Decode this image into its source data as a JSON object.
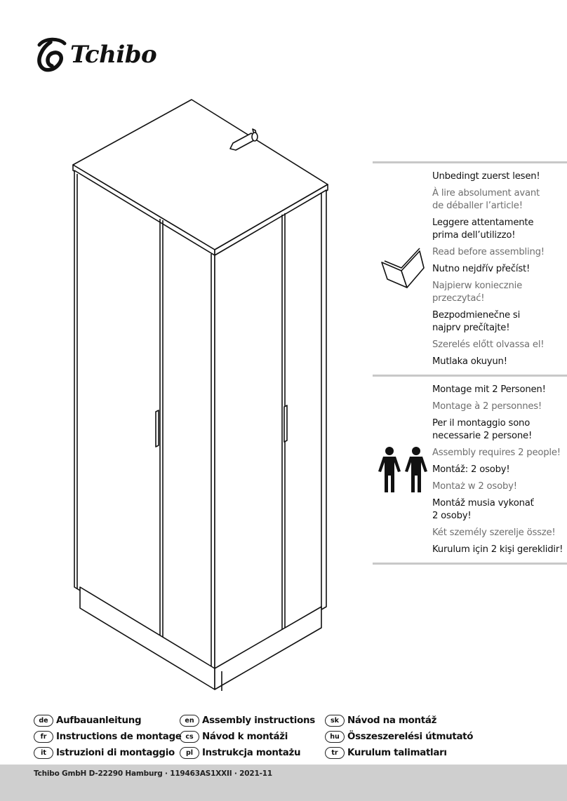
{
  "brand": {
    "name": "Tchibo"
  },
  "read_first": {
    "icon": "open-book-icon",
    "notes": [
      {
        "text": "Unbedingt zuerst lesen!",
        "tone": "primary"
      },
      {
        "text": "À lire absolument avant\nde déballer l’article!",
        "tone": "muted"
      },
      {
        "text": "Leggere attentamente\nprima dell’utilizzo!",
        "tone": "primary"
      },
      {
        "text": "Read before assembling!",
        "tone": "muted"
      },
      {
        "text": "Nutno nejdřív přečíst!",
        "tone": "primary"
      },
      {
        "text": "Najpierw koniecznie\nprzeczytać!",
        "tone": "muted"
      },
      {
        "text": "Bezpodmienečne si\nnajprv prečítajte!",
        "tone": "primary"
      },
      {
        "text": "Szerelés előtt olvassa el!",
        "tone": "muted"
      },
      {
        "text": "Mutlaka okuyun!",
        "tone": "primary"
      }
    ]
  },
  "two_people": {
    "icon": "two-people-icon",
    "notes": [
      {
        "text": "Montage mit 2 Personen!",
        "tone": "primary"
      },
      {
        "text": "Montage à 2 personnes!",
        "tone": "muted"
      },
      {
        "text": "Per il montaggio sono\nnecessarie 2 persone!",
        "tone": "primary"
      },
      {
        "text": "Assembly requires 2 people!",
        "tone": "muted"
      },
      {
        "text": "Montáž: 2 osoby!",
        "tone": "primary"
      },
      {
        "text": "Montaż w 2 osoby!",
        "tone": "muted"
      },
      {
        "text": "Montáž musia vykonať\n2 osoby!",
        "tone": "primary"
      },
      {
        "text": "Két személy szerelje össze!",
        "tone": "muted"
      },
      {
        "text": "Kurulum için 2 kişi gereklidir!",
        "tone": "primary"
      }
    ]
  },
  "languages": [
    [
      {
        "code": "de",
        "label": "Aufbauanleitung"
      },
      {
        "code": "fr",
        "label": "Instructions de montage"
      },
      {
        "code": "it",
        "label": "Istruzioni di montaggio"
      }
    ],
    [
      {
        "code": "en",
        "label": "Assembly instructions"
      },
      {
        "code": "cs",
        "label": "Návod k montáži"
      },
      {
        "code": "pl",
        "label": "Instrukcja montażu"
      }
    ],
    [
      {
        "code": "sk",
        "label": "Návod na montáž"
      },
      {
        "code": "hu",
        "label": "Összeszerelési útmutató"
      },
      {
        "code": "tr",
        "label": "Kurulum talimatları"
      }
    ]
  ],
  "footer": {
    "text": "Tchibo GmbH D-22290 Hamburg · 119463AS1XXII · 2021-11"
  },
  "colors": {
    "footer_bar": "#cfcfcf",
    "divider": "#c8c8c8",
    "muted_text": "#6e6e6e"
  }
}
